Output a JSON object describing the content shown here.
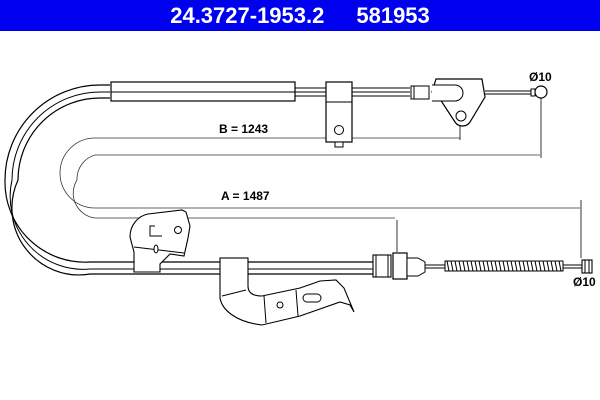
{
  "header": {
    "part_number": "24.3727-1953.2",
    "ref_number": "581953",
    "background_color": "#0000f0",
    "text_color": "#ffffff"
  },
  "dimensions": {
    "b_label": "B = 1243",
    "a_label": "A = 1487",
    "top_end_diameter": "Ø10",
    "bottom_end_diameter": "Ø10"
  },
  "drawing": {
    "subject": "parking brake cable",
    "line_color": "#000000"
  }
}
